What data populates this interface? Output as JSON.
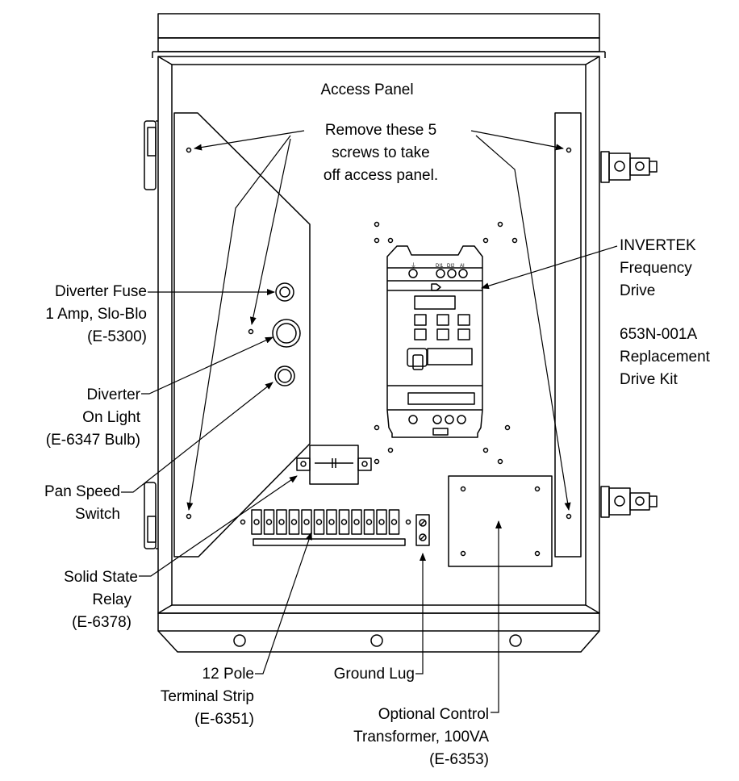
{
  "labels": {
    "access_panel": "Access Panel",
    "remove_screws": [
      "Remove these 5",
      "screws to take",
      "off access panel."
    ],
    "invertek": [
      "INVERTEK",
      "Frequency",
      "Drive"
    ],
    "replacement_kit": [
      "653N-001A",
      "Replacement",
      "Drive Kit"
    ],
    "diverter_fuse": [
      "Diverter Fuse",
      "1 Amp, Slo-Blo",
      "(E-5300)"
    ],
    "diverter_light": [
      "Diverter",
      "On Light",
      "(E-6347 Bulb)"
    ],
    "pan_speed_switch": [
      "Pan Speed",
      "Switch"
    ],
    "solid_state_relay": [
      "Solid State",
      "Relay",
      "(E-6378)"
    ],
    "terminal_strip": [
      "12 Pole",
      "Terminal Strip",
      "(E-6351)"
    ],
    "ground_lug": "Ground Lug",
    "transformer": [
      "Optional Control",
      "Transformer, 100VA",
      "(E-6353)"
    ]
  },
  "drive_keypad_marks": [
    "⏚",
    "DI1",
    "DI2",
    "AI"
  ],
  "colors": {
    "line": "#000000",
    "background": "#ffffff"
  }
}
